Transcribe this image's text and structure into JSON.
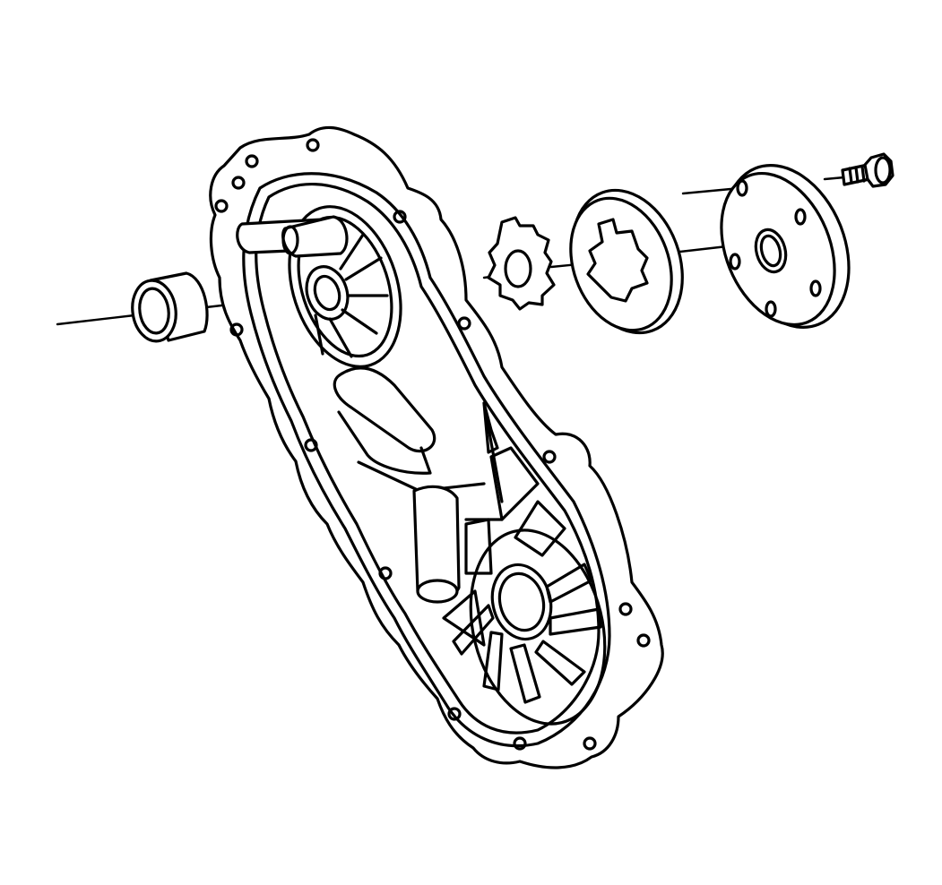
{
  "diagram": {
    "type": "exploded-view line drawing",
    "line_color": "#000000",
    "background_color": "#ffffff",
    "parts": [
      "housing-cover",
      "bushing",
      "oil-pump-gear",
      "pump-rotor",
      "pump-cover-plate",
      "bolt"
    ]
  }
}
